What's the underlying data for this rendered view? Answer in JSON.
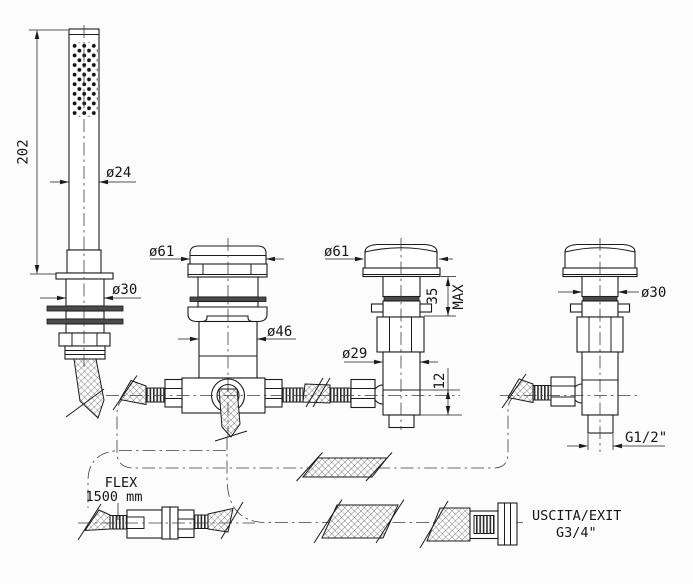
{
  "drawing": {
    "colors": {
      "paper": "#fcfcfc",
      "ink": "#1b1b1b",
      "gasket_fill": "#4a4a4a"
    }
  },
  "dims": {
    "shower_length": "202",
    "shower_dia": "ø24",
    "holder_dia": "ø30",
    "mixer_cap_dia": "ø61",
    "mixer_body_dia": "ø46",
    "valve_cap_dia": "ø61",
    "deck_max_value": "35",
    "deck_max_word": "MAX",
    "valve_body_dia": "ø29",
    "valve_tail_len": "12",
    "valve2_dia": "ø30",
    "valve2_thread": "G1/2\""
  },
  "notes": {
    "flex_line1": "FLEX",
    "flex_line2": "1500 mm",
    "exit_line1": "USCITA/EXIT",
    "exit_line2": "G3/4\""
  }
}
